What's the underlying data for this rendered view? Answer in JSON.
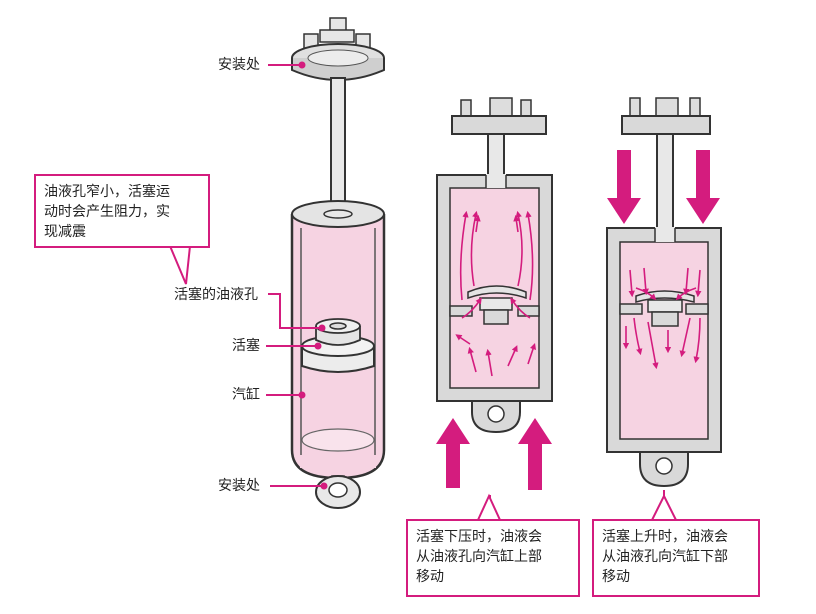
{
  "labels": {
    "mount_top": "安装处",
    "mount_bottom": "安装处",
    "orifice": "活塞的油液孔",
    "piston": "活塞",
    "cylinder": "汽缸"
  },
  "callouts": {
    "orifice_note": [
      "油液孔窄小，活塞运",
      "动时会产生阻力，实",
      "现减震"
    ],
    "compress_note": [
      "活塞下压时，油液会",
      "从油液孔向汽缸上部",
      "移动"
    ],
    "extend_note": [
      "活塞上升时，油液会",
      "从油液孔向汽缸下部",
      "移动"
    ]
  },
  "colors": {
    "accent": "#d41c7e",
    "fluid": "#f6d3e2",
    "metal": "#d9d9d9",
    "outline": "#333333"
  }
}
